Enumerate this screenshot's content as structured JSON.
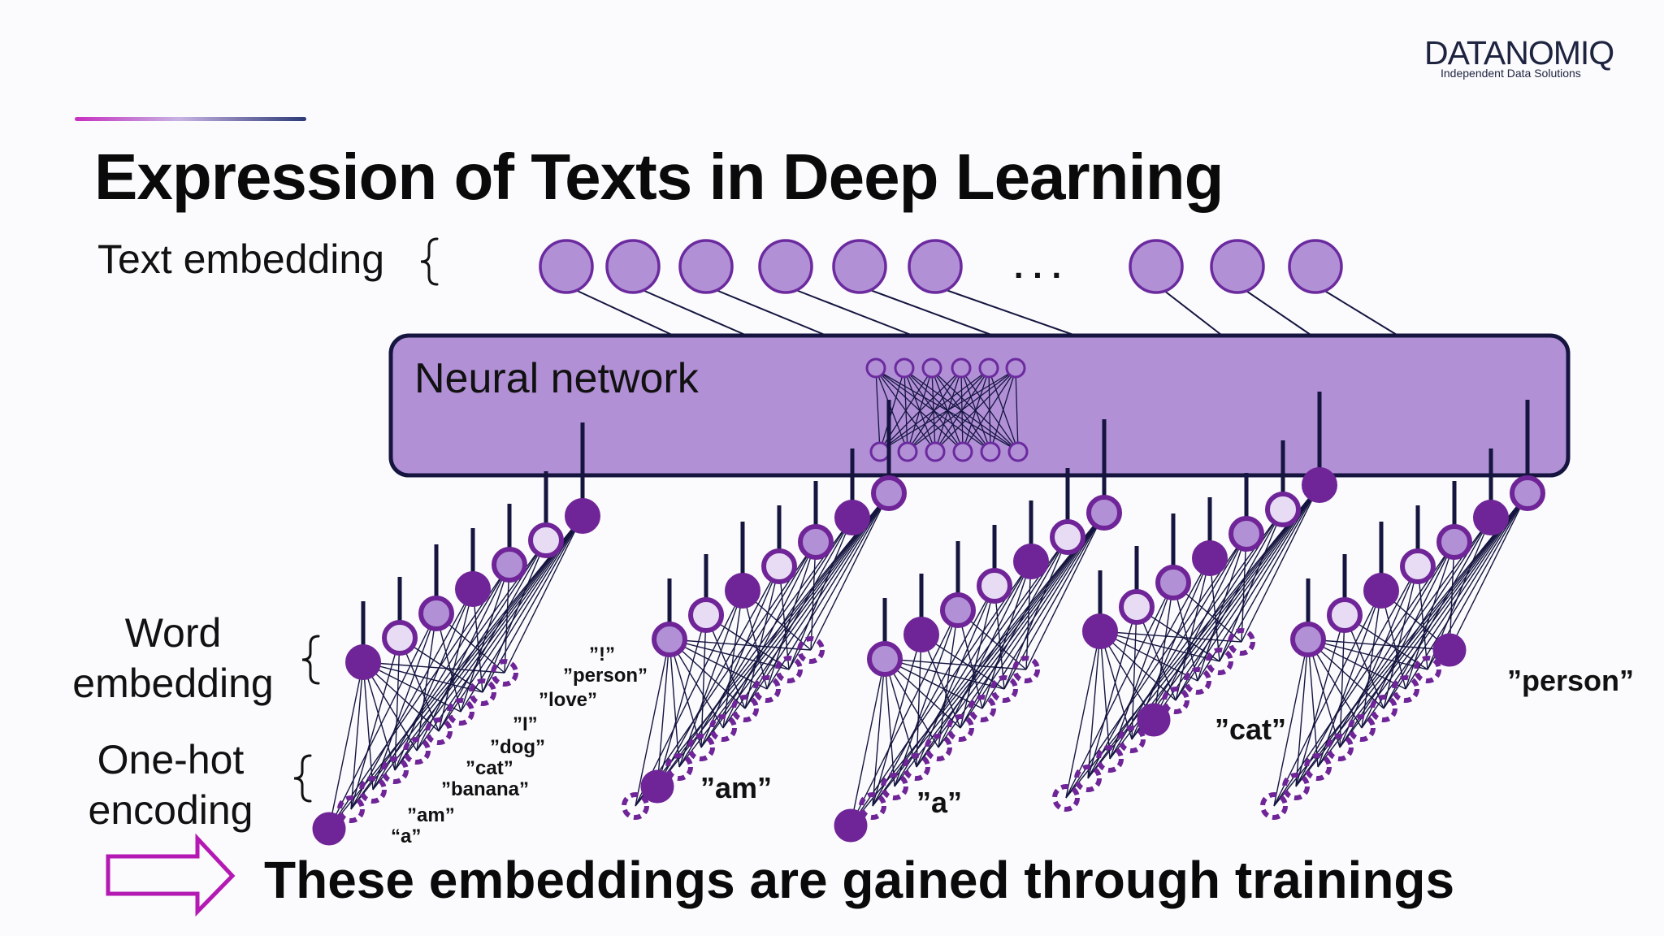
{
  "header": {
    "title": "Expression of Texts in Deep Learning",
    "logo": {
      "name": "DATANOMIQ",
      "tagline": "Independent Data Solutions"
    }
  },
  "labels": {
    "text_embedding": "Text embedding",
    "neural_network": "Neural network",
    "word_embedding": "Word embedding",
    "one_hot_encoding": "One-hot encoding",
    "ellipsis": ". . ."
  },
  "vocabulary": [
    "“a”",
    "”am”",
    "”banana”",
    "”cat”",
    "”dog”",
    "”I”",
    "”love”",
    "”person”",
    "”!”"
  ],
  "words": [
    "”am”",
    "”a”",
    "”cat”",
    "”person”"
  ],
  "footer": {
    "statement": "These embeddings are gained through trainings"
  },
  "colors": {
    "node_fill": "#b190d6",
    "node_stroke": "#6b2a9e",
    "dark_node": "#6f2597",
    "line": "#151540",
    "brace": "#111111",
    "arrow": "#b41ab3"
  }
}
